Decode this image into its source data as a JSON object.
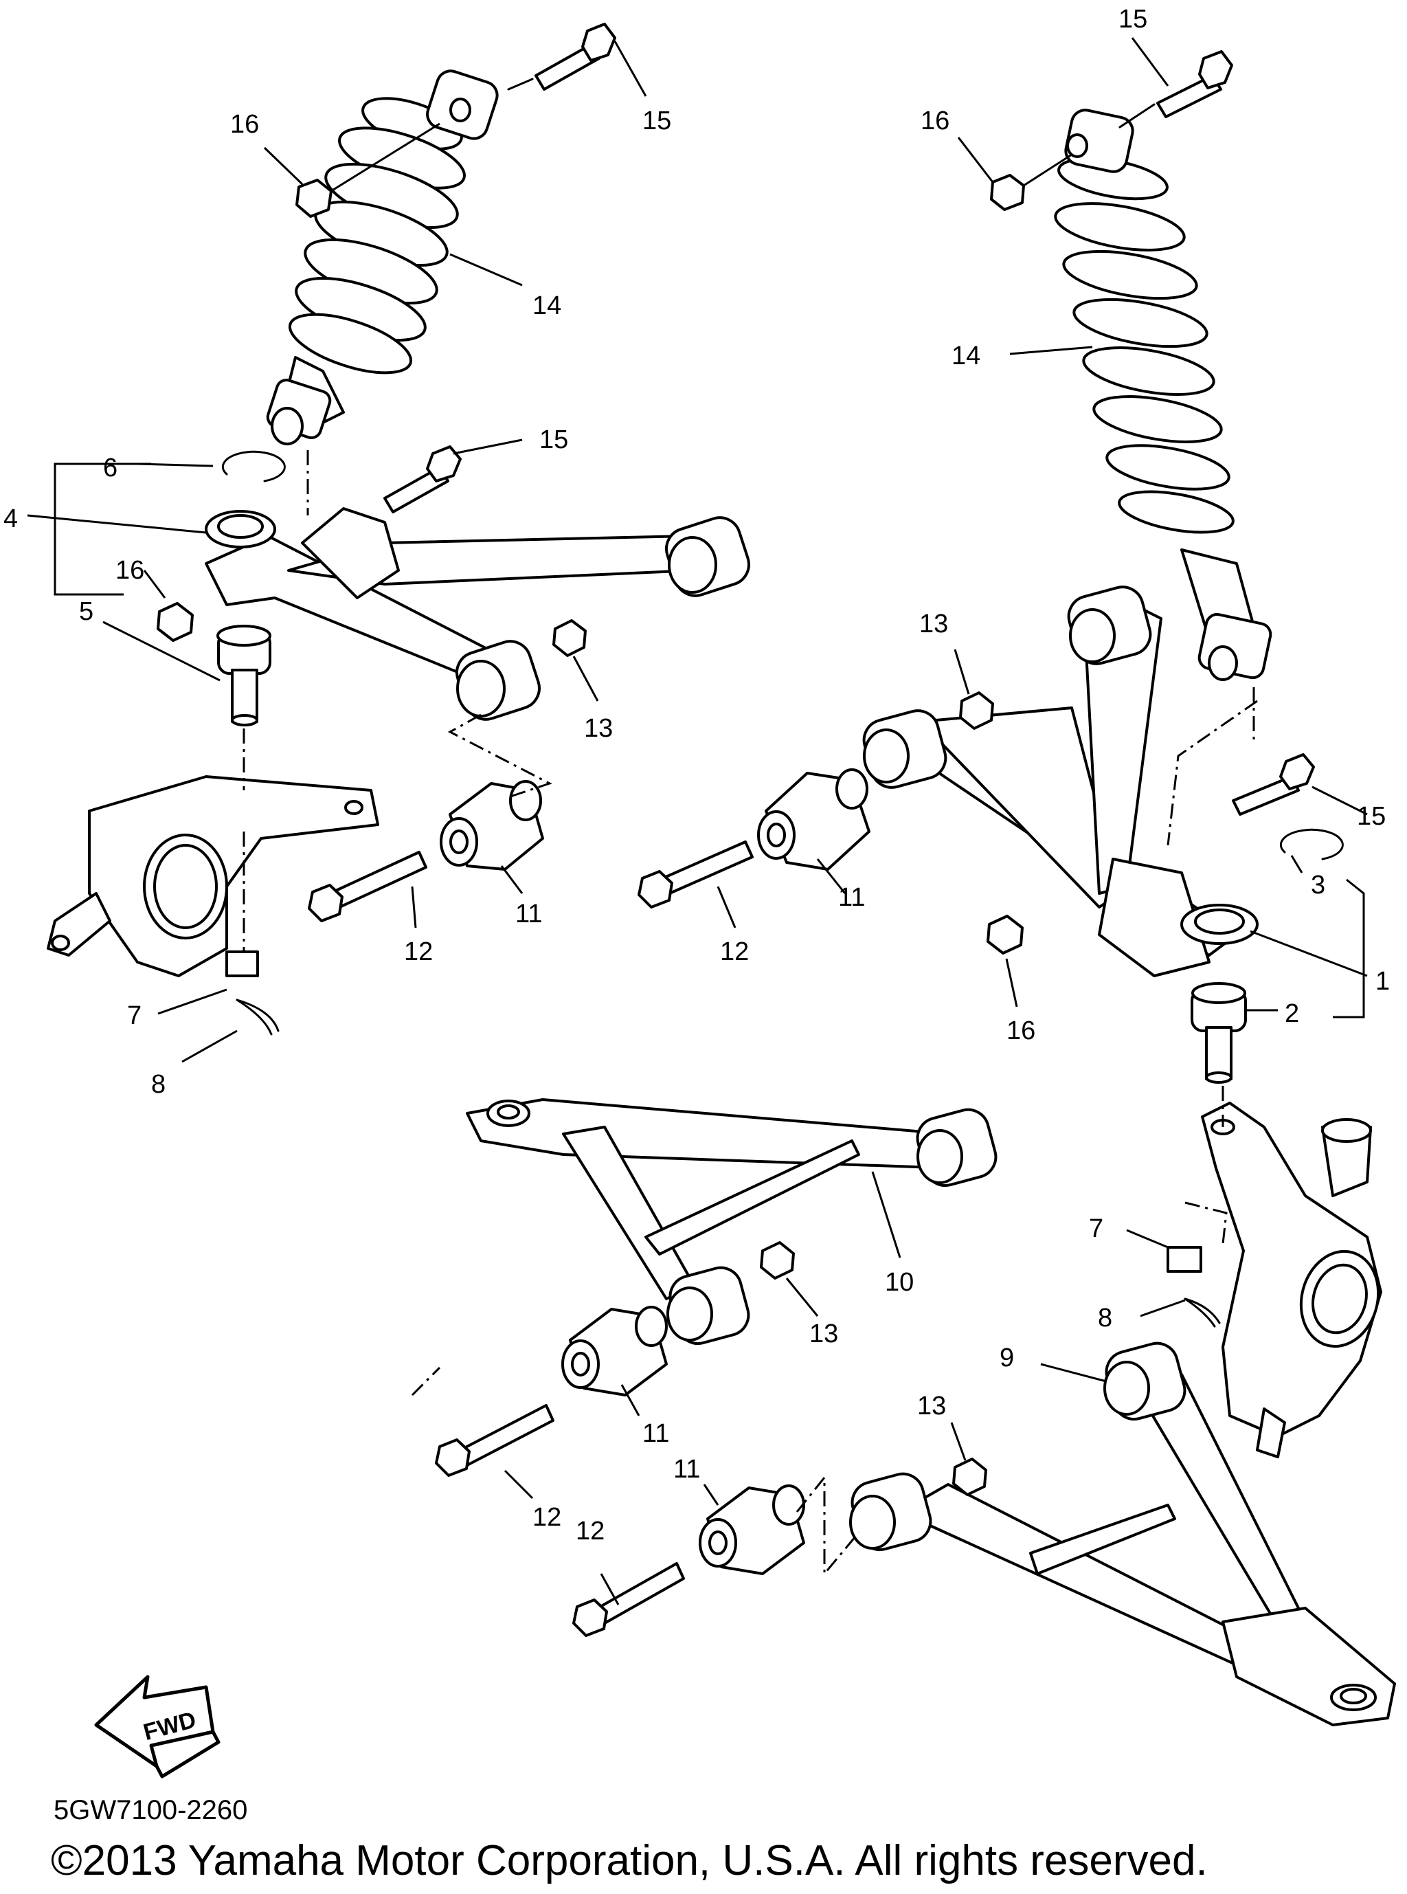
{
  "diagram": {
    "callouts": {
      "left": {
        "n15_top": "15",
        "n16_top": "16",
        "n14": "14",
        "n15_mid": "15",
        "n6": "6",
        "n4": "4",
        "n16_mid": "16",
        "n5": "5",
        "n13": "13",
        "n11": "11",
        "n12": "12",
        "n7": "7",
        "n8": "8"
      },
      "right": {
        "n15_top": "15",
        "n16_top": "16",
        "n14": "14",
        "n13": "13",
        "n15_mid": "15",
        "n3": "3",
        "n11": "11",
        "n12": "12",
        "n1": "1",
        "n16": "16",
        "n2": "2",
        "n7": "7",
        "n8": "8"
      },
      "lower": {
        "n10": "10",
        "n13a": "13",
        "n11a": "11",
        "n12a": "12",
        "n9": "9",
        "n13b": "13",
        "n11b": "11",
        "n12b": "12"
      }
    },
    "fwd_label": "FWD"
  },
  "footer": {
    "diagram_code": "5GW7100-2260",
    "copyright": "©2013 Yamaha Motor Corporation, U.S.A. All rights reserved."
  }
}
